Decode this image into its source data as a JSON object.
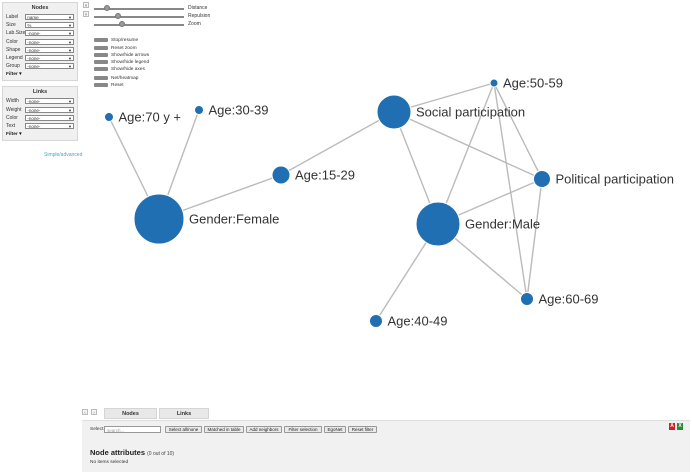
{
  "nodes_panel": {
    "title": "Nodes",
    "rows": [
      {
        "label": "Label",
        "value": "name"
      },
      {
        "label": "Size",
        "value": "%"
      },
      {
        "label": "Lab.Size",
        "value": "-none-"
      },
      {
        "label": "Color",
        "value": "-none-"
      },
      {
        "label": "Shape",
        "value": "-none-"
      },
      {
        "label": "Legend",
        "value": "-none-"
      },
      {
        "label": "Group",
        "value": "-none-"
      }
    ],
    "filter": "Filter"
  },
  "links_panel": {
    "title": "Links",
    "rows": [
      {
        "label": "Width",
        "value": "-none-"
      },
      {
        "label": "Weight",
        "value": "-none-"
      },
      {
        "label": "Color",
        "value": "-none-"
      },
      {
        "label": "Text",
        "value": "-none-"
      }
    ],
    "filter": "Filter"
  },
  "simple_advanced": "Simple/advanced",
  "sliders": [
    {
      "label": "Distance",
      "level": 0.12
    },
    {
      "label": "Repulsion",
      "level": 0.25
    },
    {
      "label": "Zoom",
      "level": 0.3
    }
  ],
  "controls": [
    {
      "label": "Stop/resume"
    },
    {
      "label": "Reset zoom"
    },
    {
      "label": "Show/hide arrows"
    },
    {
      "label": "Show/hide legend"
    },
    {
      "label": "Show/hide axes"
    },
    {
      "label": "Net/heatmap"
    },
    {
      "label": "Reset"
    }
  ],
  "graph": {
    "node_color": "#1f6fb2",
    "link_color": "#bbbbbb",
    "nodes": [
      {
        "id": "age70",
        "label": "Age:70 y +"
      },
      {
        "id": "age30",
        "label": "Age:30-39"
      },
      {
        "id": "female",
        "label": "Gender:Female"
      },
      {
        "id": "age15",
        "label": "Age:15-29"
      },
      {
        "id": "social",
        "label": "Social participation"
      },
      {
        "id": "age50",
        "label": "Age:50-59"
      },
      {
        "id": "political",
        "label": "Political participation"
      },
      {
        "id": "male",
        "label": "Gender:Male"
      },
      {
        "id": "age60",
        "label": "Age:60-69"
      },
      {
        "id": "age40",
        "label": "Age:40-49"
      }
    ],
    "links": [
      [
        "age70",
        "female"
      ],
      [
        "age30",
        "female"
      ],
      [
        "female",
        "age15"
      ],
      [
        "age15",
        "social"
      ],
      [
        "social",
        "age50"
      ],
      [
        "social",
        "political"
      ],
      [
        "social",
        "male"
      ],
      [
        "age50",
        "male"
      ],
      [
        "age50",
        "political"
      ],
      [
        "age50",
        "age60"
      ],
      [
        "political",
        "male"
      ],
      [
        "political",
        "age60"
      ],
      [
        "male",
        "age60"
      ],
      [
        "male",
        "age40"
      ]
    ]
  },
  "bottom": {
    "tabs": [
      "Nodes",
      "Links"
    ],
    "select_label": "Select:",
    "search_placeholder": "search...",
    "buttons": [
      "Select all/none",
      "Matched in table",
      "Add neighbors",
      "Filter selection",
      "EgoNet",
      "Reset filter"
    ],
    "attributes_title": "Node attributes",
    "attributes_count": "(0 out of 10)",
    "no_items": "No items selected",
    "export_colors": {
      "pdf": "#cc2222",
      "xlsx": "#2a8a3a"
    }
  }
}
